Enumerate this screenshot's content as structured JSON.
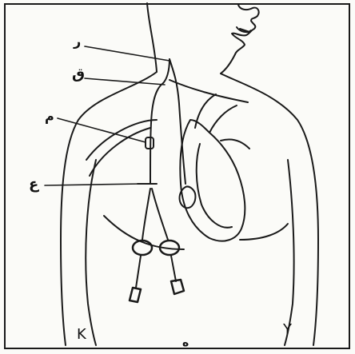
{
  "labels": {
    "r": "ر",
    "q": "ق",
    "m": "م",
    "a": "ع",
    "bottom_center": "ه",
    "bottom_left": "K",
    "bottom_right": "Y"
  },
  "colors": {
    "ink": "#1a1a1a",
    "paper": "#fbfbf8"
  }
}
